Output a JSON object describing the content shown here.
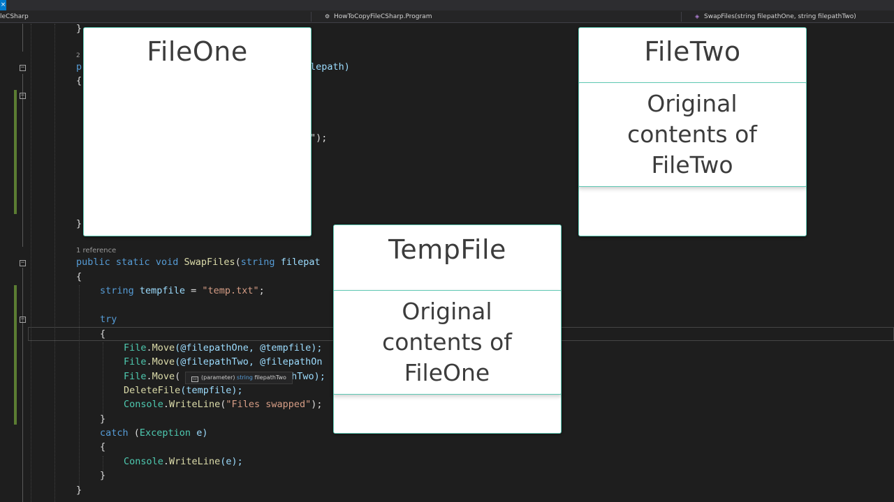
{
  "navbar": {
    "project": "leCSharp",
    "class": "HowToCopyFileCSharp.Program",
    "method": "SwapFiles(string filepathOne, string filepathTwo)"
  },
  "code": {
    "refs_partial": "2",
    "line_p": "p",
    "line_filepath_tail": "lepath)",
    "line_brace_open": "{",
    "line_close_tail": "\");",
    "line_brace_close": "}",
    "reference_lens": "1 reference",
    "swap_sig": {
      "kw1": "public",
      "kw2": "static",
      "kw3": "void",
      "name": "SwapFiles",
      "open": "(",
      "type": "string",
      "param": "filepat"
    },
    "tempfile_line": {
      "type": "string",
      "name": "tempfile",
      "eq": " = ",
      "value": "\"temp.txt\"",
      "end": ";"
    },
    "try_kw": "try",
    "move1": {
      "obj": "File",
      "dot": ".",
      "fn": "Move",
      "args": "(@filepathOne, @tempfile);"
    },
    "move2": {
      "obj": "File",
      "dot": ".",
      "fn": "Move",
      "args": "(@filepathTwo, @filepathOn"
    },
    "move3": {
      "obj": "File",
      "dot": ".",
      "fn": "Move",
      "args_start": "(",
      "args_end": "thTwo);"
    },
    "delete_line": {
      "fn": "DeleteFile",
      "args": "(tempfile);"
    },
    "console1": {
      "obj": "Console",
      "dot": ".",
      "fn": "WriteLine",
      "open": "(",
      "str": "\"Files swapped\"",
      "close": ");"
    },
    "catch_line": {
      "kw": "catch",
      "open": " (",
      "type": "Exception",
      "var": " e)"
    },
    "console2": {
      "obj": "Console",
      "dot": ".",
      "fn": "WriteLine",
      "args": "(e);"
    }
  },
  "tooltip": {
    "kind": "(parameter)",
    "type": "string",
    "name": "filepathTwo"
  },
  "cards": {
    "file_one": {
      "title": "FileOne"
    },
    "file_two": {
      "title": "FileTwo",
      "content_line1": "Original",
      "content_line2": "contents of",
      "content_line3": "FileTwo"
    },
    "temp_file": {
      "title": "TempFile",
      "content_line1": "Original",
      "content_line2": "contents of",
      "content_line3": "FileOne"
    }
  },
  "colors": {
    "card_border": "#5ec8b3",
    "keyword": "#569cd6",
    "method": "#dcdcaa",
    "type": "#4ec9b0",
    "string": "#d69d85"
  }
}
